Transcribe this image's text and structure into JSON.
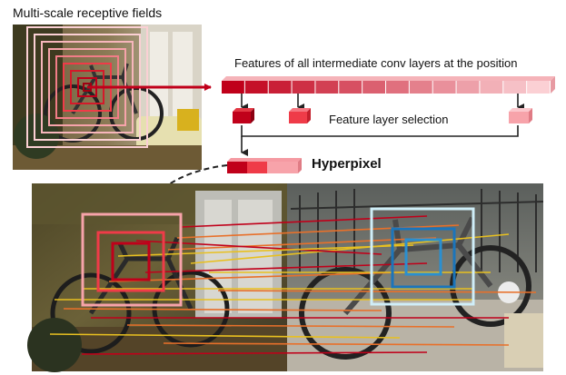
{
  "labels": {
    "receptive_fields": "Multi-scale receptive fields",
    "features": "Features of all intermediate conv layers at the position",
    "feature_selection": "Feature layer selection",
    "hyperpixel": "Hyperpixel"
  },
  "photos": {
    "room_photo": "indoor-room-bicycle-photo",
    "pair_left": "bicycle-in-room-photo",
    "pair_right": "bicycle-on-balcony-photo"
  },
  "colors": {
    "dark_red": "#c0001a",
    "red": "#ef3b48",
    "pink": "#f7a3aa",
    "light_pink": "#fbd0d4",
    "blue": "#1b75bb",
    "light_blue": "#9fd6f0",
    "orange_line": "#e8702a",
    "yellow_line": "#e8c020"
  },
  "feature_strip": {
    "cells": 14,
    "selected_cells": [
      1,
      4,
      13
    ]
  },
  "hyperpixel_cells": 3
}
